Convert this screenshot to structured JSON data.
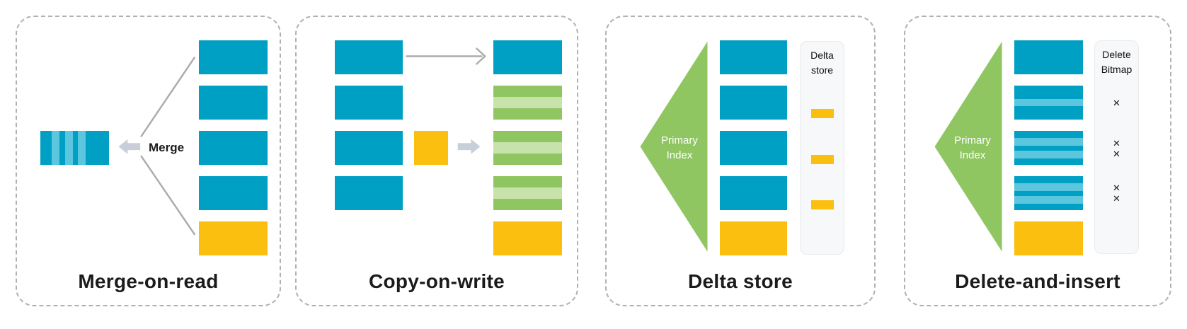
{
  "colors": {
    "teal": "#00a0c4",
    "teal_light_stripe": "#5cc6de",
    "yellow": "#fbbf10",
    "green": "#8fc661",
    "green_light_stripe": "#c7e3ab",
    "arrow_fill": "#c9cedb",
    "connector_gray": "#acacac",
    "panel_dash_border": "#b1b1b1",
    "side_panel_bg": "#f7f8fa",
    "side_panel_border": "#e9ebef",
    "title_text": "#1b1b1b"
  },
  "panels": [
    {
      "title": "Merge-on-read",
      "merge_label": "Merge",
      "merged_block": [
        "teal-vstripe"
      ],
      "stack": [
        "teal",
        "teal",
        "teal",
        "teal",
        "yellow"
      ]
    },
    {
      "title": "Copy-on-write",
      "left_stack": [
        "teal",
        "teal",
        "teal",
        "teal"
      ],
      "update_block": [
        "yellow"
      ],
      "right_stack": [
        "teal",
        "green-stripe",
        "green-stripe",
        "green-stripe",
        "yellow"
      ]
    },
    {
      "title": "Delta store",
      "index_label_line1": "Primary",
      "index_label_line2": "Index",
      "stack": [
        "teal",
        "teal",
        "teal",
        "teal",
        "yellow"
      ],
      "side_panel": {
        "label_line1": "Delta",
        "label_line2": "store",
        "items": [
          "yellow",
          "yellow",
          "yellow"
        ]
      }
    },
    {
      "title": "Delete-and-insert",
      "index_label_line1": "Primary",
      "index_label_line2": "Index",
      "stack": [
        "teal",
        "teal-stripe1",
        "teal-stripe2",
        "teal-stripe2",
        "yellow"
      ],
      "side_panel": {
        "label_line1": "Delete",
        "label_line2": "Bitmap",
        "mark_groups": [
          [
            "✕"
          ],
          [
            "✕",
            "✕"
          ],
          [
            "✕",
            "✕"
          ]
        ]
      }
    }
  ]
}
